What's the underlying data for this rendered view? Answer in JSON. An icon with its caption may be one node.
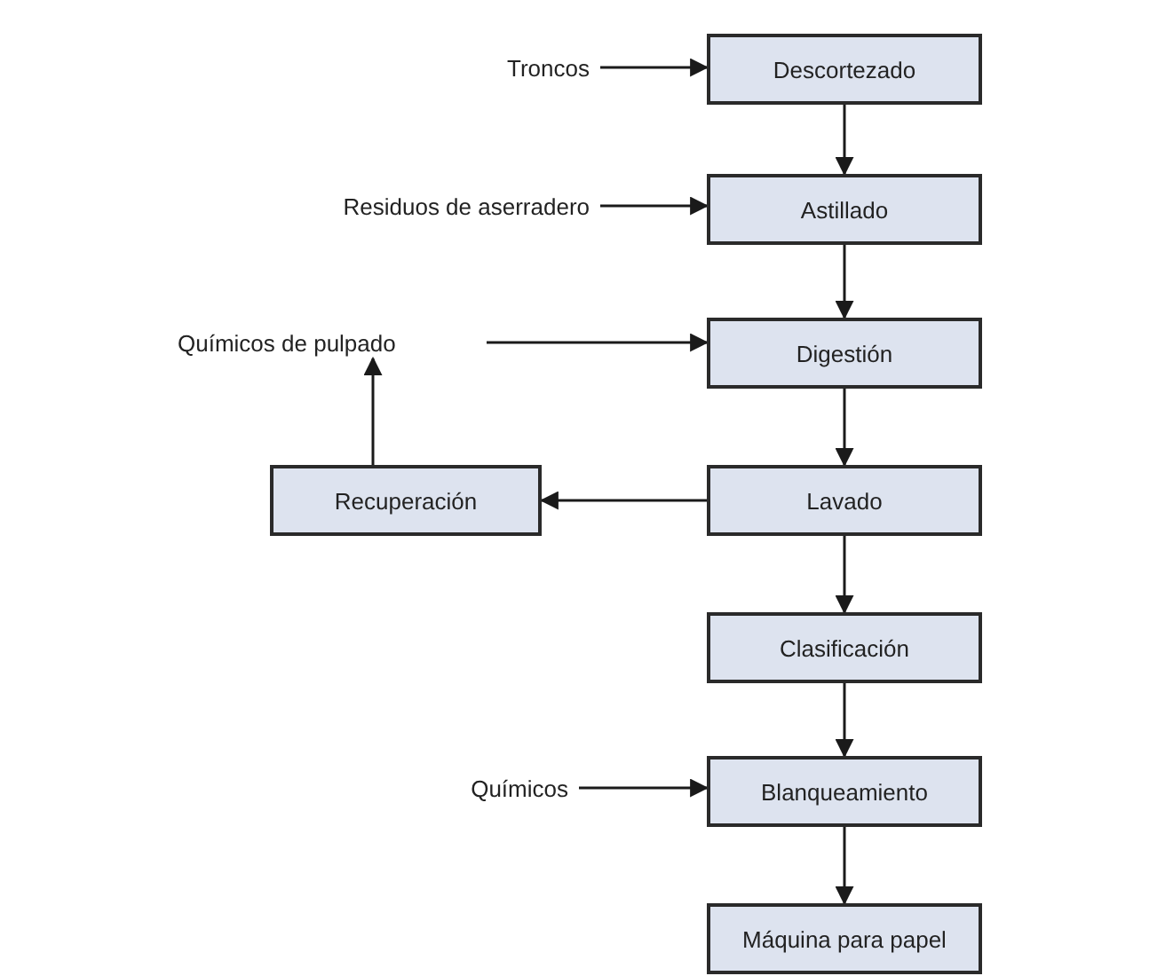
{
  "diagram": {
    "nodes": [
      {
        "text": [
          "Descortezado"
        ]
      },
      {
        "text": [
          "Astillado"
        ]
      },
      {
        "text": [
          "Digestión"
        ]
      },
      {
        "text": [
          "Lavado"
        ]
      },
      {
        "text": [
          "Clasificación"
        ]
      },
      {
        "text": [
          "Blanqueamiento"
        ]
      },
      {
        "text": [
          "Máquina para papel"
        ]
      },
      {
        "text": [
          "Recuperación"
        ]
      },
      {
        "text": [
          "Troncos"
        ]
      },
      {
        "text": [
          "Residuos de aserradero"
        ]
      },
      {
        "text": [
          "Químicos de pulpado"
        ]
      },
      {
        "text": [
          "Químicos"
        ]
      }
    ],
    "edges": [
      {
        "from": 8,
        "to": 0,
        "arrow": "to"
      },
      {
        "from": 0,
        "to": 1,
        "arrow": "to"
      },
      {
        "from": 9,
        "to": 1,
        "arrow": "to"
      },
      {
        "from": 1,
        "to": 2,
        "arrow": "to"
      },
      {
        "from": 10,
        "to": 2,
        "arrow": "to"
      },
      {
        "from": 2,
        "to": 3,
        "arrow": "to"
      },
      {
        "from": 3,
        "to": 7,
        "arrow": "to"
      },
      {
        "from": 7,
        "to": 10,
        "arrow": "to"
      },
      {
        "from": 3,
        "to": 4,
        "arrow": "to"
      },
      {
        "from": 4,
        "to": 5,
        "arrow": "to"
      },
      {
        "from": 11,
        "to": 5,
        "arrow": "to"
      },
      {
        "from": 5,
        "to": 6,
        "arrow": "to"
      }
    ]
  }
}
